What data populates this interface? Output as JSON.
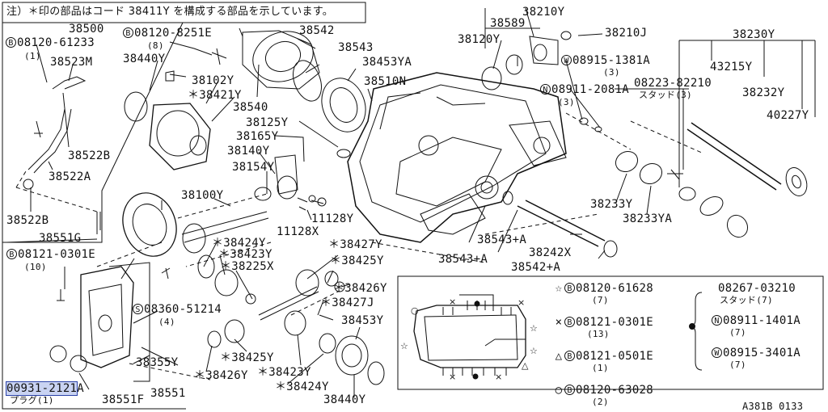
{
  "note": "注）＊印の部品はコード 38411Y を構成する部品を示しています。",
  "figure_code": "A381B 0133",
  "bolt_prefix": "B",
  "labels": {
    "p38500": "38500",
    "p08120_61233": "08120-61233",
    "p08120_61233_q": "(1)",
    "p38523M": "38523M",
    "p38522B_a": "38522B",
    "p38522A": "38522A",
    "p38522B_b": "38522B",
    "p38551G": "38551G",
    "p08120_8251E": "08120-8251E",
    "p08120_8251E_q": "(8)",
    "p38440Y_a": "38440Y",
    "p38102Y": "38102Y",
    "p38421Y": "＊38421Y",
    "p38542": "38542",
    "p38540": "38540",
    "p38543": "38543",
    "p38453YA": "38453YA",
    "p38510N": "38510N",
    "p38125Y": "38125Y",
    "p38165Y": "38165Y",
    "p38140Y": "38140Y",
    "p38154Y": "38154Y",
    "p38100Y": "38100Y",
    "p11128Y": "11128Y",
    "p11128X": "11128X",
    "p38210Y": "38210Y",
    "p38589": "38589",
    "p38120Y": "38120Y",
    "p38210J": "38210J",
    "p08915_1381A": "08915-1381A",
    "p08915_1381A_q": "(3)",
    "p08911_2081A": "08911-2081A",
    "p08911_2081A_q": "(3)",
    "p08223_82210": "08223-82210",
    "p08223_sub": "スタッド(3)",
    "p38230Y": "38230Y",
    "p43215Y": "43215Y",
    "p38232Y": "38232Y",
    "p40227Y": "40227Y",
    "p38233Y": "38233Y",
    "p38233YA": "38233YA",
    "p38543A_a": "38543+A",
    "p38242X": "38242X",
    "p38543A_b": "38543+A",
    "p38542A": "38542+A",
    "p08121_0301E_a": "08121-0301E",
    "p08121_0301E_a_q": "(10)",
    "p38424Y_a": "＊38424Y",
    "p38423Y_a": "＊38423Y",
    "p38225X": "＊38225X",
    "p38427Y": "＊38427Y",
    "p38425Y_a": "＊38425Y",
    "p38426Y_a": "＊38426Y",
    "p38427J": "＊38427J",
    "p08360_51214": "08360-51214",
    "p08360_51214_q": "(4)",
    "p38425Y_b": "＊38425Y",
    "p38426Y_b": "＊38426Y",
    "p38423Y_b": "＊38423Y",
    "p38424Y_b": "＊38424Y",
    "p38453Y": "38453Y",
    "p38440Y_b": "38440Y",
    "p38355Y": "38355Y",
    "p38551": "38551",
    "p38551F": "38551F",
    "p00931_2121": "00931-2121",
    "p00931_suffix": "A",
    "p00931_sub": "プラグ(1)"
  },
  "legend": [
    {
      "symbol": "☆",
      "circle": "B",
      "part": "08120-61628",
      "qty": "(7)"
    },
    {
      "symbol": "×",
      "circle": "B",
      "part": "08121-0301E",
      "qty": "(13)"
    },
    {
      "symbol": "△",
      "circle": "B",
      "part": "08121-0501E",
      "qty": "(1)"
    },
    {
      "symbol": "○",
      "circle": "B",
      "part": "08120-63028",
      "qty": "(2)"
    }
  ],
  "legend_right": [
    {
      "circle": "",
      "part": "08267-03210",
      "sub": "スタッド(7)"
    },
    {
      "circle": "N",
      "part": "08911-1401A",
      "qty": "(7)"
    },
    {
      "circle": "W",
      "part": "08915-3401A",
      "qty": "(7)"
    }
  ],
  "circle_letters": {
    "s": "S",
    "w": "W",
    "n": "N"
  }
}
